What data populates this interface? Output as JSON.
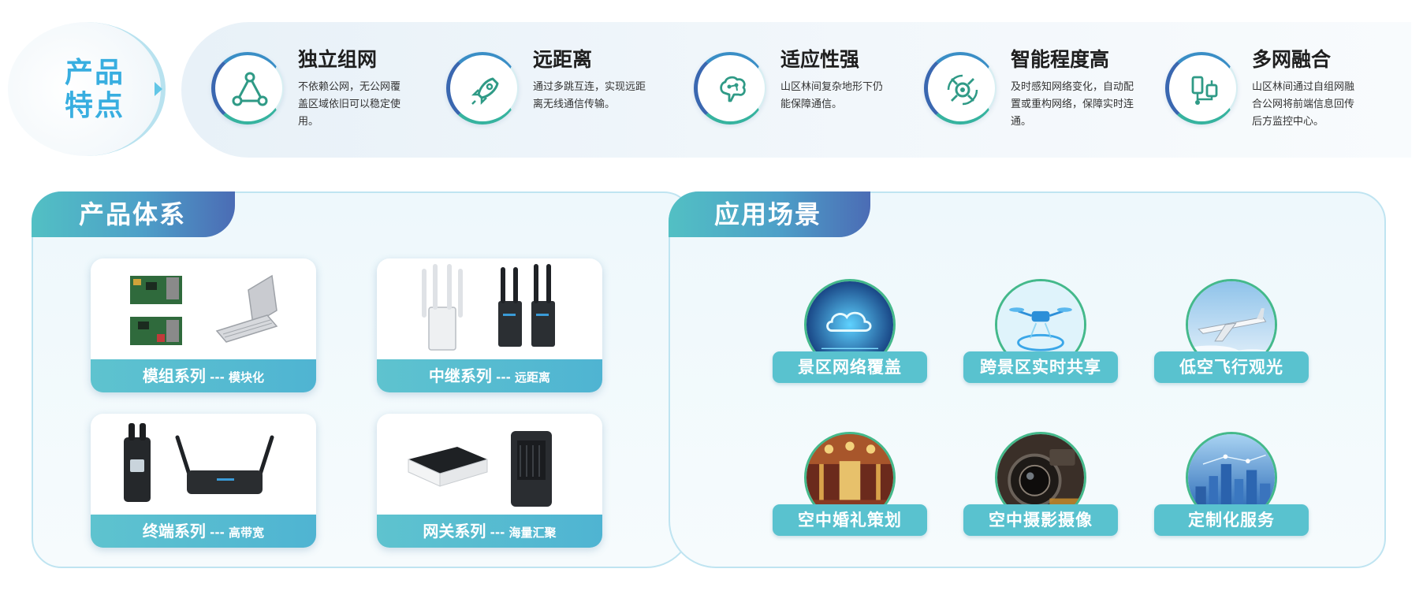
{
  "badge": {
    "line1": "产品",
    "line2": "特点"
  },
  "features": [
    {
      "icon": "triangle-network-icon",
      "title": "独立组网",
      "desc": "不依赖公网，无公网覆盖区域依旧可以稳定使用。"
    },
    {
      "icon": "rocket-icon",
      "title": "远距离",
      "desc": "通过多跳互连，实现远距离无线通信传输。"
    },
    {
      "icon": "brain-circuit-icon",
      "title": "适应性强",
      "desc": "山区林间复杂地形下仍能保障通信。"
    },
    {
      "icon": "network-sync-icon",
      "title": "智能程度高",
      "desc": "及时感知网络变化，自动配置或重构网络，保障实时连通。"
    },
    {
      "icon": "multi-network-icon",
      "title": "多网融合",
      "desc": "山区林间通过自组网融合公网将前端信息回传后方监控中心。"
    }
  ],
  "products": {
    "title": "产品体系",
    "items": [
      {
        "name": "模组系列",
        "sep": " --- ",
        "sub": "模块化"
      },
      {
        "name": "中继系列",
        "sep": " --- ",
        "sub": "远距离"
      },
      {
        "name": "终端系列",
        "sep": " --- ",
        "sub": "高带宽"
      },
      {
        "name": "网关系列",
        "sep": " --- ",
        "sub": "海量汇聚"
      }
    ]
  },
  "scenes": {
    "title": "应用场景",
    "items": [
      {
        "label": "景区网络覆盖",
        "image": "cloud-network-image"
      },
      {
        "label": "跨景区实时共享",
        "image": "drone-image"
      },
      {
        "label": "低空飞行观光",
        "image": "airplane-image"
      },
      {
        "label": "空中婚礼策划",
        "image": "wedding-hall-image"
      },
      {
        "label": "空中摄影摄像",
        "image": "camera-lens-image"
      },
      {
        "label": "定制化服务",
        "image": "city-skyline-image"
      }
    ]
  },
  "colors": {
    "accent": "#38aee0",
    "tab_start": "#52c0c4",
    "tab_end": "#4b6cb5",
    "card_bar": "#5ec3cf",
    "scene_pill": "#59c2cf",
    "scene_ring": "#44b98b"
  }
}
